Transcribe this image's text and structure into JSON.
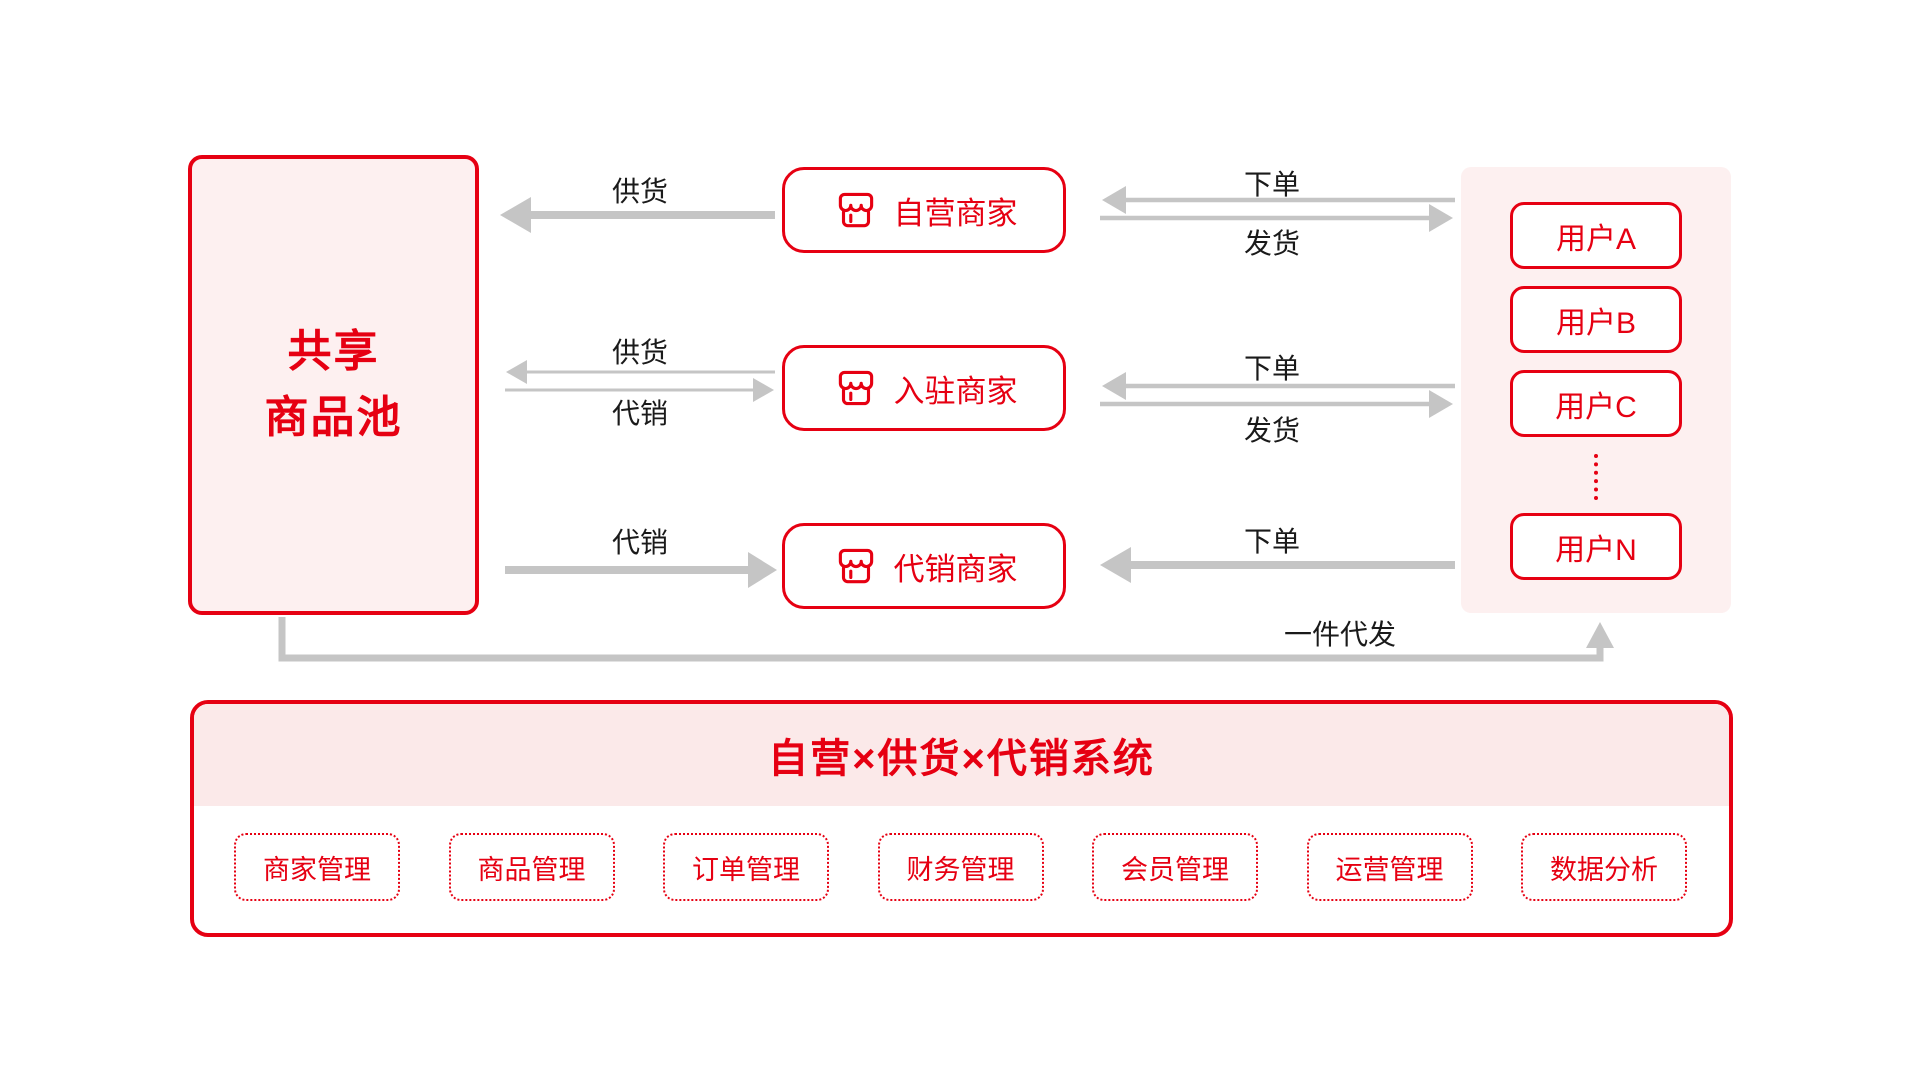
{
  "diagram": {
    "pool": {
      "line1": "共享",
      "line2": "商品池"
    },
    "merchants": [
      {
        "label": "自营商家"
      },
      {
        "label": "入驻商家"
      },
      {
        "label": "代销商家"
      }
    ],
    "users": [
      "用户A",
      "用户B",
      "用户C",
      "用户N"
    ],
    "flow_labels": {
      "supply1": "供货",
      "order1": "下单",
      "ship1": "发货",
      "supply2": "供货",
      "consign2": "代销",
      "order2": "下单",
      "ship2": "发货",
      "consign3": "代销",
      "order3": "下单",
      "dropship": "一件代发"
    },
    "system": {
      "title": "自营×供货×代销系统",
      "modules": [
        "商家管理",
        "商品管理",
        "订单管理",
        "财务管理",
        "会员管理",
        "运营管理",
        "数据分析"
      ]
    },
    "colors": {
      "accent_red": "#e60012",
      "pink_fill": "#fdf0f0",
      "title_band_pink": "#fbe9e9",
      "arrow_gray": "#c5c5c5",
      "label_black": "#1a1a1a"
    }
  }
}
